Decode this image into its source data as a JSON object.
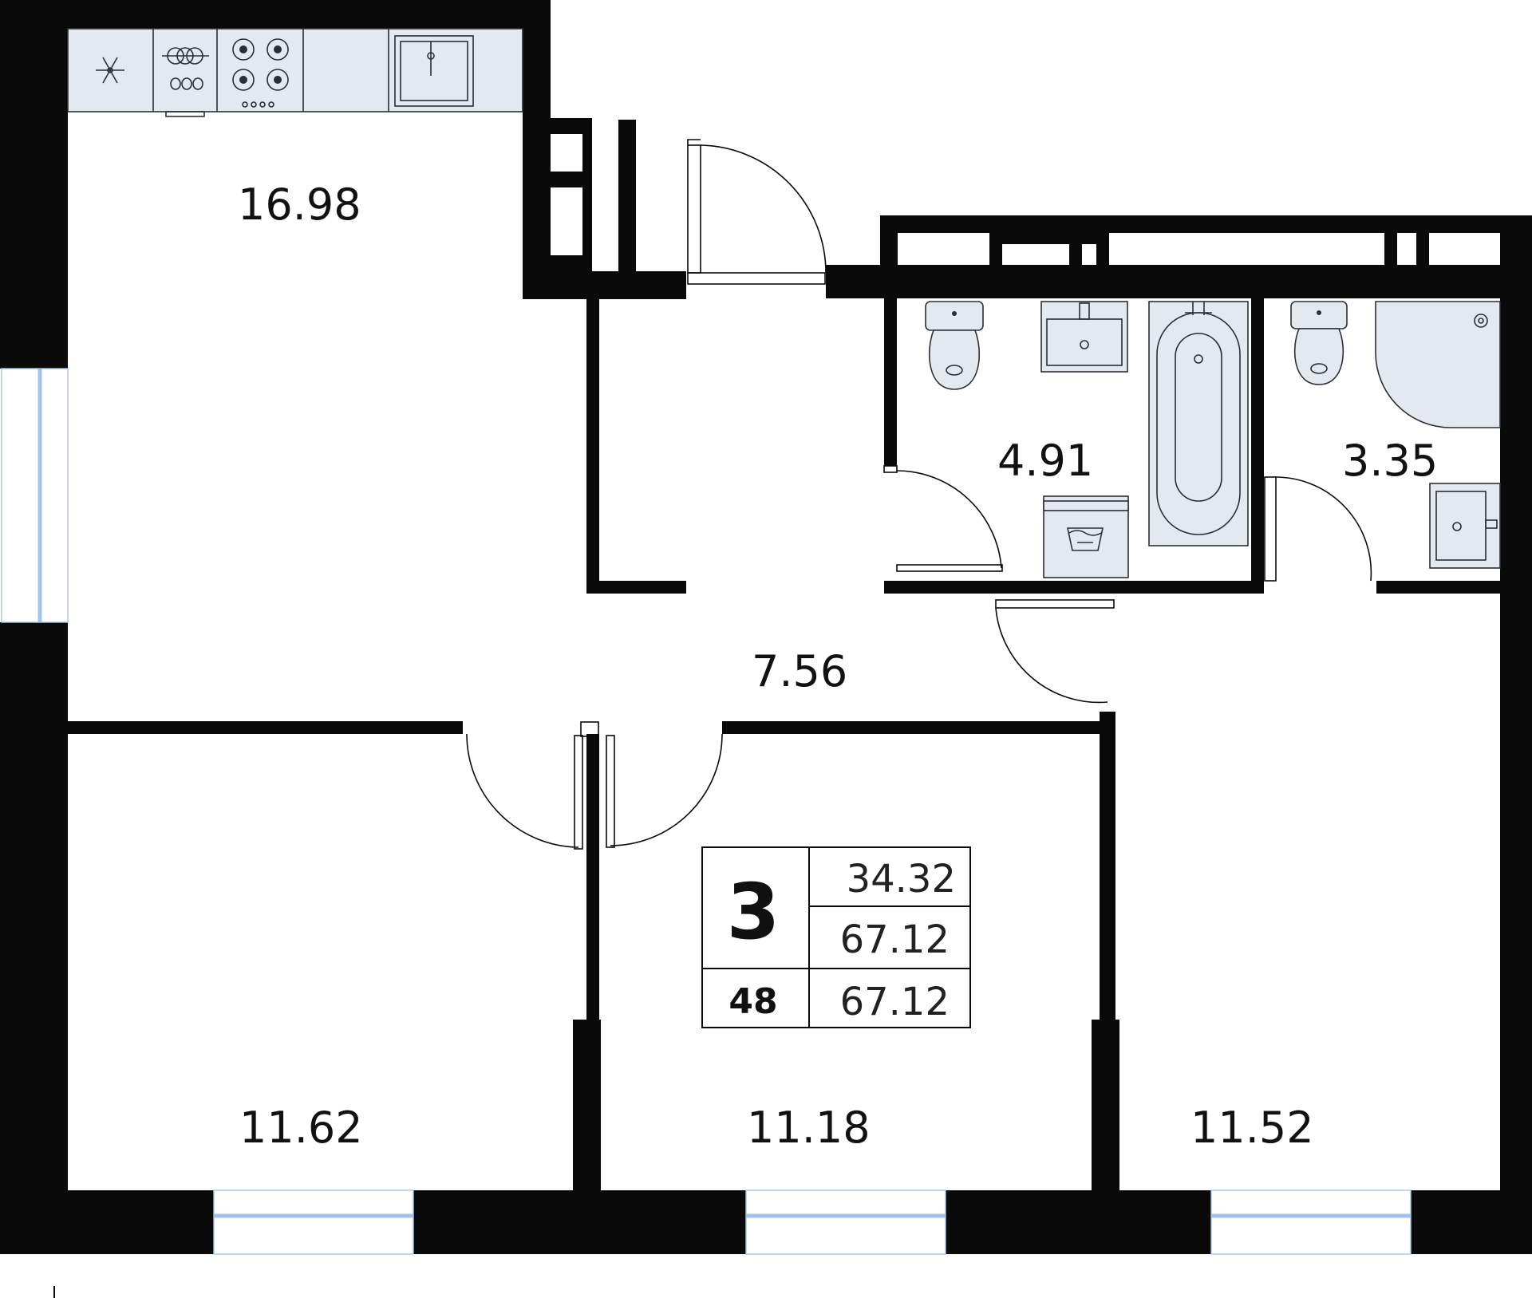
{
  "rooms": {
    "kitchen_living_area": "16.98",
    "hallway_area": "7.56",
    "bathroom_area": "4.91",
    "wc_area": "3.35",
    "bedroom_left_area": "11.62",
    "bedroom_middle_area": "11.18",
    "bedroom_right_area": "11.52"
  },
  "info_box": {
    "rooms_count": "3",
    "apartment_number": "48",
    "living_area": "34.32",
    "total_area": "67.12",
    "total_area_with_balcony": "67.12"
  },
  "icons": [
    "snowflake-icon",
    "washing-machine-icon",
    "cooktop-icon",
    "sink-icon",
    "toilet-icon",
    "bathtub-icon",
    "shower-icon"
  ],
  "colors": {
    "wall": "#0a0a0a",
    "fixture_fill": "#e4e8ef",
    "window_glass": "#9fc3ea"
  }
}
